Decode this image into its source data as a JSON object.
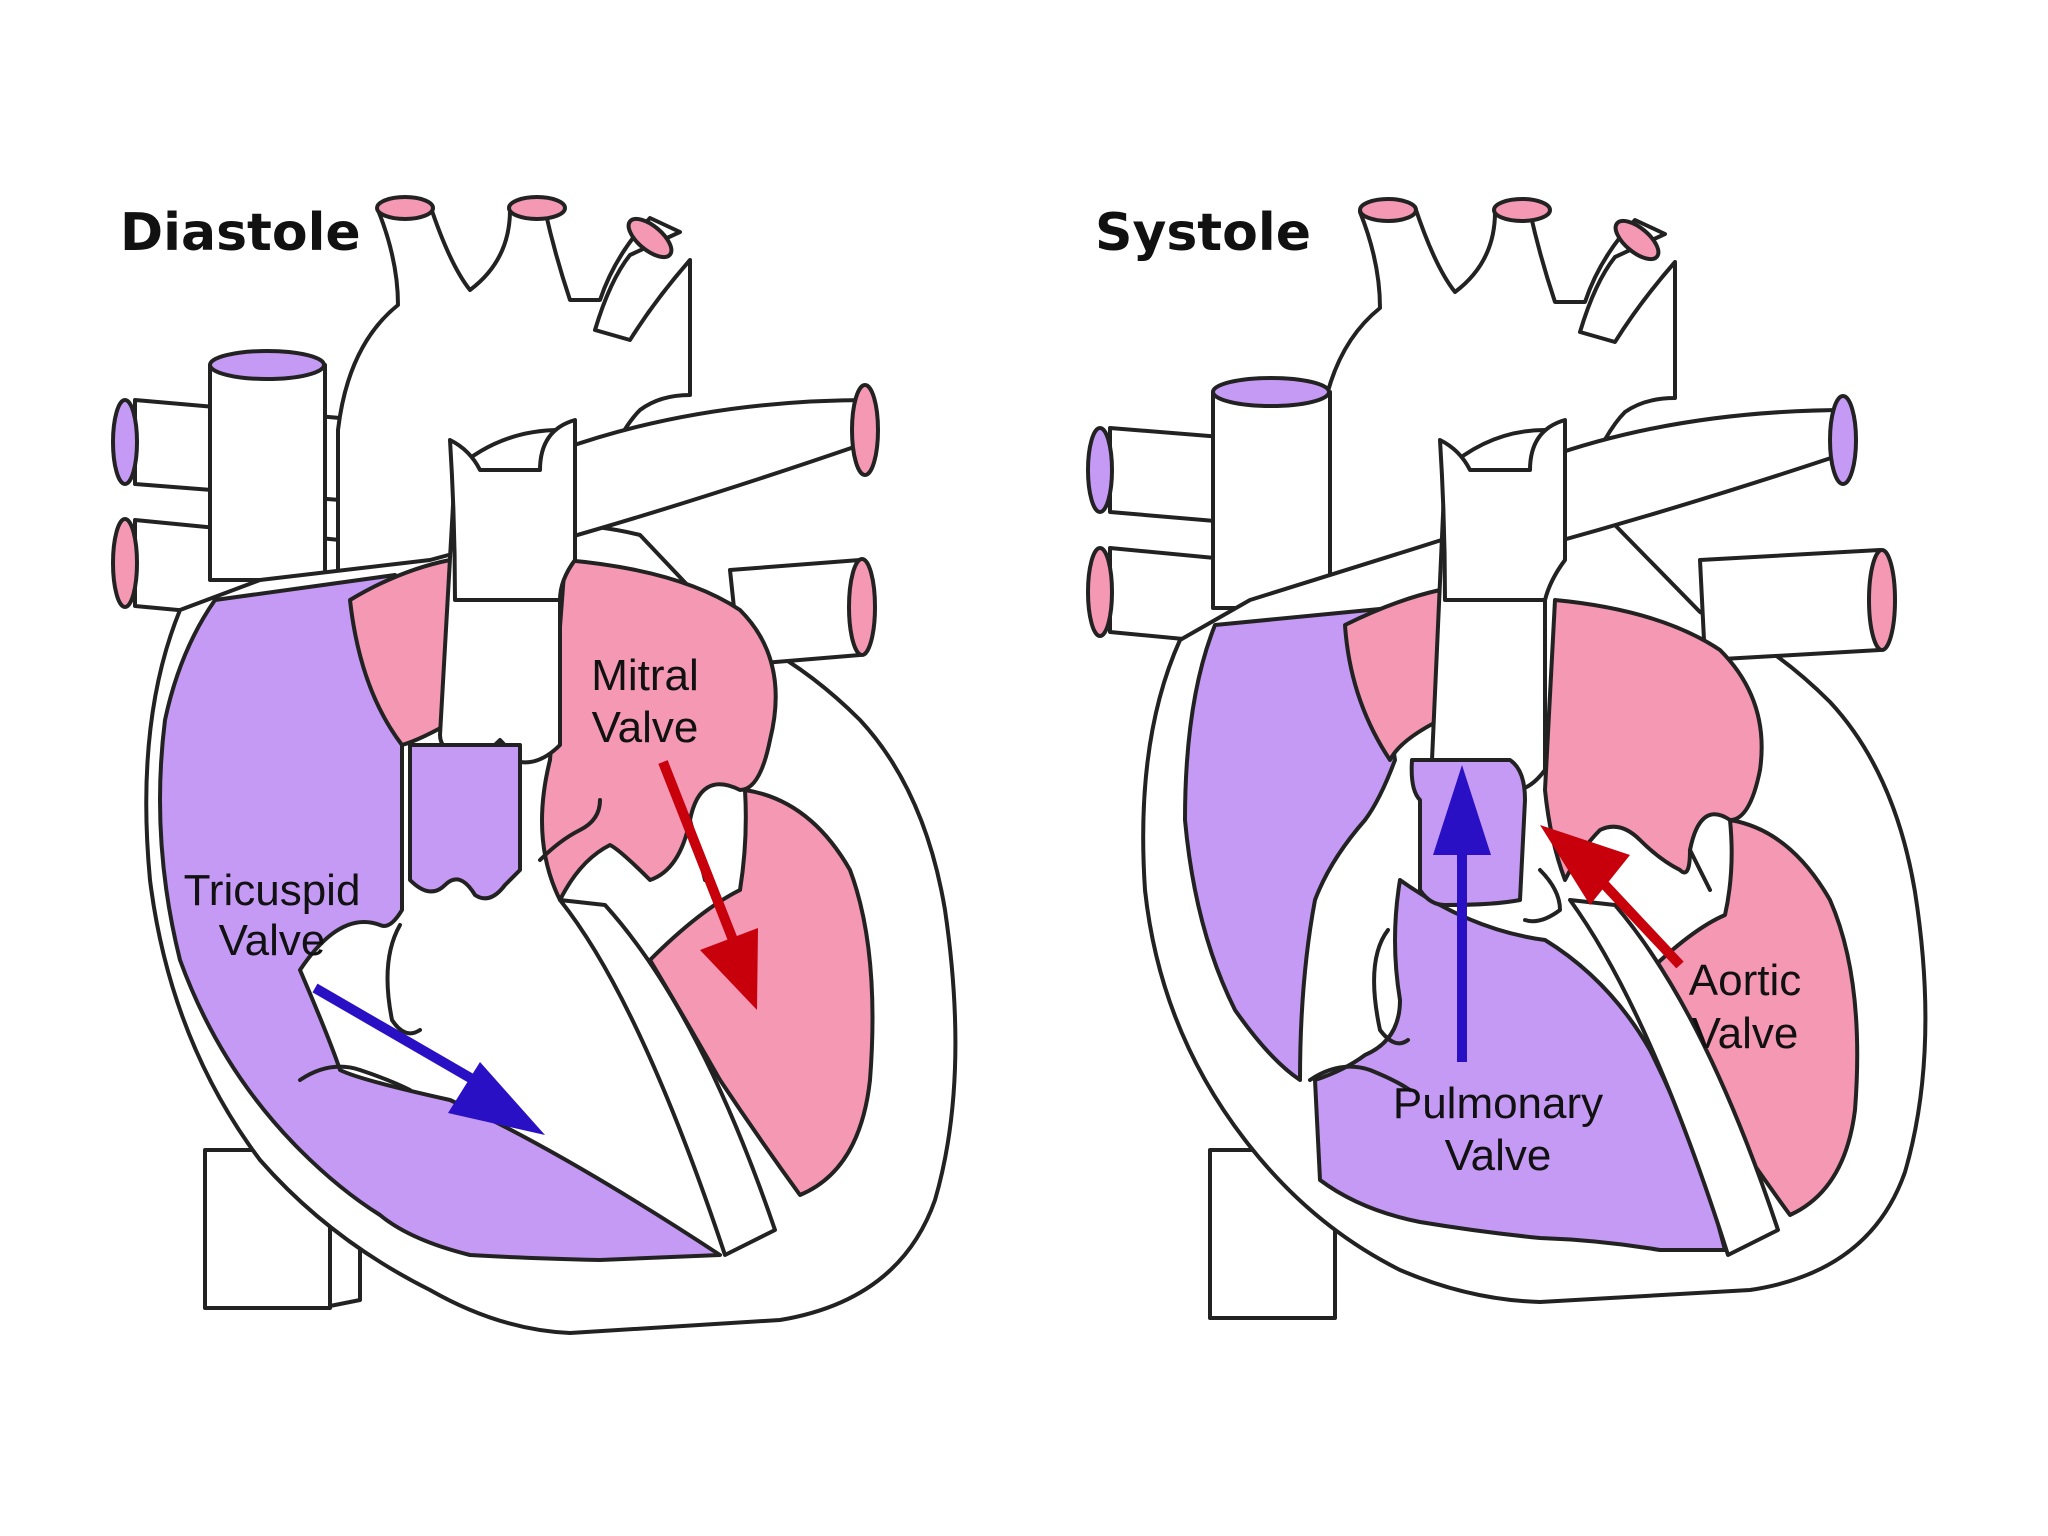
{
  "colors": {
    "deoxygenated": "#c59af5",
    "oxygenated": "#f498b4",
    "blue_arrow": "#2a10c4",
    "red_arrow": "#c8000c",
    "outline": "#222222"
  },
  "panels": [
    {
      "title": "Diastole",
      "labels": [
        {
          "line1": "Tricuspid",
          "line2": "Valve"
        },
        {
          "line1": "Mitral",
          "line2": "Valve"
        }
      ]
    },
    {
      "title": "Systole",
      "labels": [
        {
          "line1": "Pulmonary",
          "line2": "Valve"
        },
        {
          "line1": "Aortic",
          "line2": "Valve"
        }
      ]
    }
  ]
}
